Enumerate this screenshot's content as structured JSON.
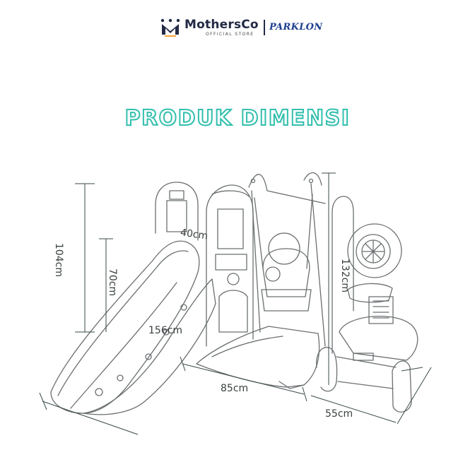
{
  "header": {
    "brand_name": "MothersCo",
    "brand_sub": "OFFICIAL STORE",
    "partner": "PARKLON"
  },
  "title": "PRODUK DIMENSI",
  "dimensions": {
    "slide_height": "104cm",
    "slide_inner_height": "70cm",
    "slide_width": "40cm",
    "slide_length": "156cm",
    "total_height": "132cm",
    "base_depth": "85cm",
    "hoop_depth": "55cm"
  },
  "colors": {
    "accent": "#33bfae",
    "brand": "#222a44",
    "partner": "#1f3f8f",
    "line": "#3a4a4a"
  }
}
